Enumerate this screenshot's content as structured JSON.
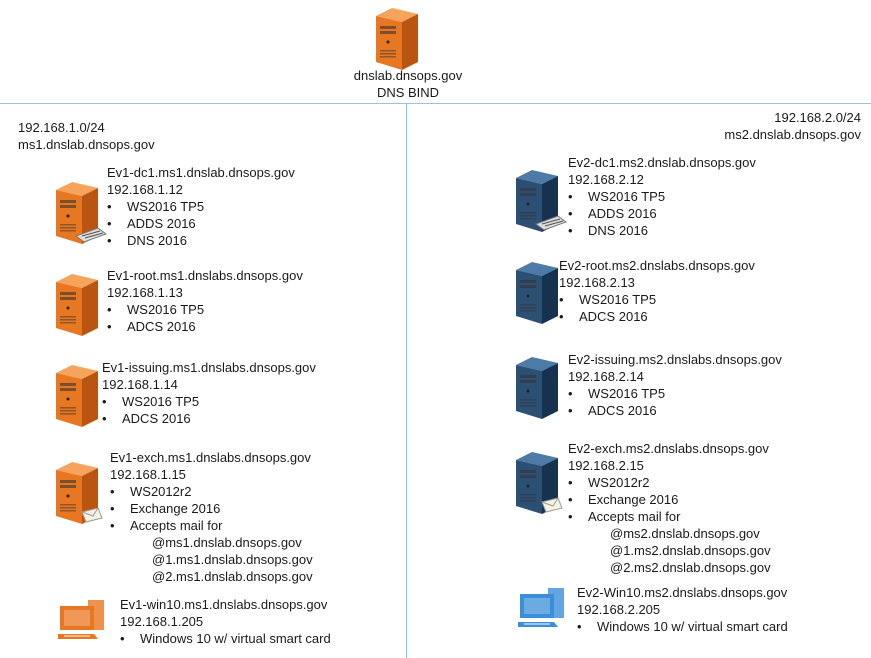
{
  "top": {
    "name": "dnslab.dnsops.gov",
    "role": "DNS BIND",
    "icon": "server-icon",
    "color": "#e87722"
  },
  "colors": {
    "orange": "#e87722",
    "blue": "#2c4f74",
    "line": "#9fc0de",
    "screen_blue": "#3b8fd9"
  },
  "left_subnet": {
    "cidr": "192.168.1.0/24",
    "domain": "ms1.dnslab.dnsops.gov"
  },
  "right_subnet": {
    "cidr": "192.168.2.0/24",
    "domain": "ms2.dnslab.dnsops.gov"
  },
  "nodes": [
    {
      "side": "left",
      "icon": "server-keyboard",
      "name": "Ev1-dc1.ms1.dnslab.dnsops.gov",
      "ip": "192.168.1.12",
      "bullets": [
        "WS2016 TP5",
        "ADDS 2016",
        "DNS 2016"
      ],
      "sub": []
    },
    {
      "side": "left",
      "icon": "server",
      "name": "Ev1-root.ms1.dnslabs.dnsops.gov",
      "ip": "192.168.1.13",
      "bullets": [
        "WS2016 TP5",
        "ADCS 2016"
      ],
      "sub": []
    },
    {
      "side": "left",
      "icon": "server",
      "name": "Ev1-issuing.ms1.dnslabs.dnsops.gov",
      "ip": "192.168.1.14",
      "bullets": [
        "WS2016 TP5",
        "ADCS 2016"
      ],
      "sub": []
    },
    {
      "side": "left",
      "icon": "server-mail",
      "name": "Ev1-exch.ms1.dnslabs.dnsops.gov",
      "ip": "192.168.1.15",
      "bullets": [
        "WS2012r2",
        "Exchange 2016",
        "Accepts mail for"
      ],
      "sub": [
        "@ms1.dnslab.dnsops.gov",
        "@1.ms1.dnslab.dnsops.gov",
        "@2.ms1.dnslab.dnsops.gov"
      ]
    },
    {
      "side": "left",
      "icon": "workstation",
      "name": "Ev1-win10.ms1.dnslabs.dnsops.gov",
      "ip": "192.168.1.205",
      "bullets": [
        "Windows 10 w/ virtual smart card"
      ],
      "sub": []
    },
    {
      "side": "right",
      "icon": "server-keyboard",
      "name": "Ev2-dc1.ms2.dnslab.dnsops.gov",
      "ip": "192.168.2.12",
      "bullets": [
        "WS2016 TP5",
        "ADDS 2016",
        "DNS 2016"
      ],
      "sub": []
    },
    {
      "side": "right",
      "icon": "server",
      "name": "Ev2-root.ms2.dnslabs.dnsops.gov",
      "ip": "192.168.2.13",
      "bullets": [
        "WS2016 TP5",
        "ADCS 2016"
      ],
      "sub": []
    },
    {
      "side": "right",
      "icon": "server",
      "name": "Ev2-issuing.ms2.dnslabs.dnsops.gov",
      "ip": "192.168.2.14",
      "bullets": [
        "WS2016 TP5",
        "ADCS 2016"
      ],
      "sub": []
    },
    {
      "side": "right",
      "icon": "server-mail",
      "name": "Ev2-exch.ms2.dnslabs.dnsops.gov",
      "ip": "192.168.2.15",
      "bullets": [
        "WS2012r2",
        "Exchange 2016",
        "Accepts mail for"
      ],
      "sub": [
        "@ms2.dnslab.dnsops.gov",
        "@1.ms2.dnslab.dnsops.gov",
        "@2.ms2.dnslab.dnsops.gov"
      ]
    },
    {
      "side": "right",
      "icon": "workstation",
      "name": "Ev2-Win10.ms2.dnslabs.dnsops.gov",
      "ip": "192.168.2.205",
      "bullets": [
        "Windows 10 w/ virtual smart card"
      ],
      "sub": []
    }
  ]
}
